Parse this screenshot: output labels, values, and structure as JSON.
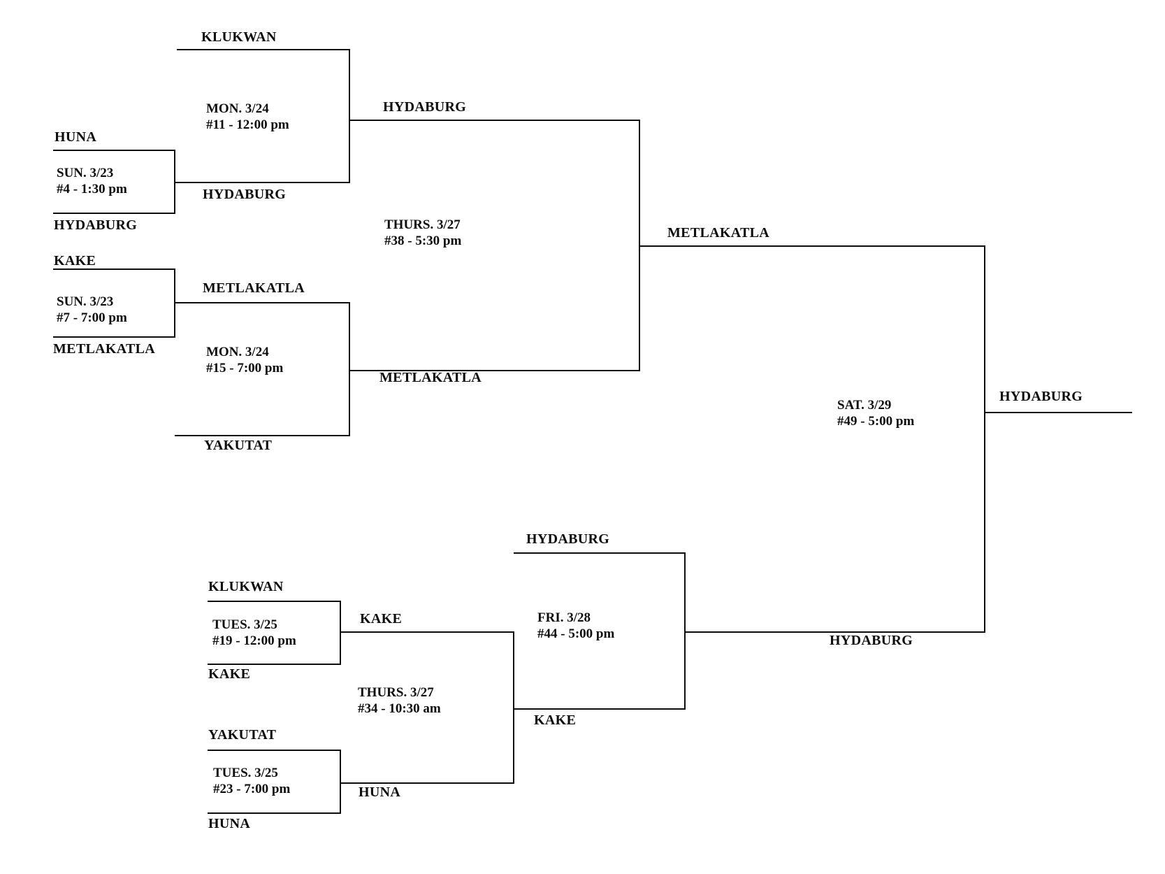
{
  "document": {
    "type": "tournament-bracket",
    "background": "#ffffff",
    "line_color": "#0d0d0d",
    "text_color": "#0d0d0d"
  },
  "games": {
    "g4": {
      "date": "SUN. 3/23",
      "info": "#4 - 1:30 pm",
      "top": "HUNA",
      "bottom": "HYDABURG",
      "winner": "HYDABURG"
    },
    "g7": {
      "date": "SUN. 3/23",
      "info": "#7 - 7:00 pm",
      "top": "KAKE",
      "bottom": "METLAKATLA",
      "winner": "METLAKATLA"
    },
    "g11": {
      "date": "MON. 3/24",
      "info": "#11 - 12:00 pm",
      "top": "KLUKWAN",
      "bottom": "HYDABURG",
      "winner": "HYDABURG"
    },
    "g15": {
      "date": "MON. 3/24",
      "info": "#15 - 7:00 pm",
      "top": "METLAKATLA",
      "bottom": "YAKUTAT",
      "winner": "METLAKATLA"
    },
    "g19": {
      "date": "TUES. 3/25",
      "info": "#19 - 12:00 pm",
      "top": "KLUKWAN",
      "bottom": "KAKE",
      "winner": "KAKE"
    },
    "g23": {
      "date": "TUES. 3/25",
      "info": "#23 - 7:00 pm",
      "top": "YAKUTAT",
      "bottom": "HUNA",
      "winner": "HUNA"
    },
    "g34": {
      "date": "THURS. 3/27",
      "info": "#34 - 10:30 am",
      "top": "KAKE",
      "bottom": "HUNA",
      "winner": "KAKE"
    },
    "g38": {
      "date": "THURS. 3/27",
      "info": "#38 - 5:30 pm",
      "top": "HYDABURG",
      "bottom": "METLAKATLA",
      "winner": "METLAKATLA"
    },
    "g44": {
      "date": "FRI. 3/28",
      "info": "#44 - 5:00 pm",
      "top": "HYDABURG",
      "bottom": "KAKE",
      "winner": "HYDABURG"
    },
    "g49": {
      "date": "SAT. 3/29",
      "info": "#49 - 5:00 pm",
      "top": "METLAKATLA",
      "bottom": "HYDABURG",
      "winner": "HYDABURG"
    }
  }
}
